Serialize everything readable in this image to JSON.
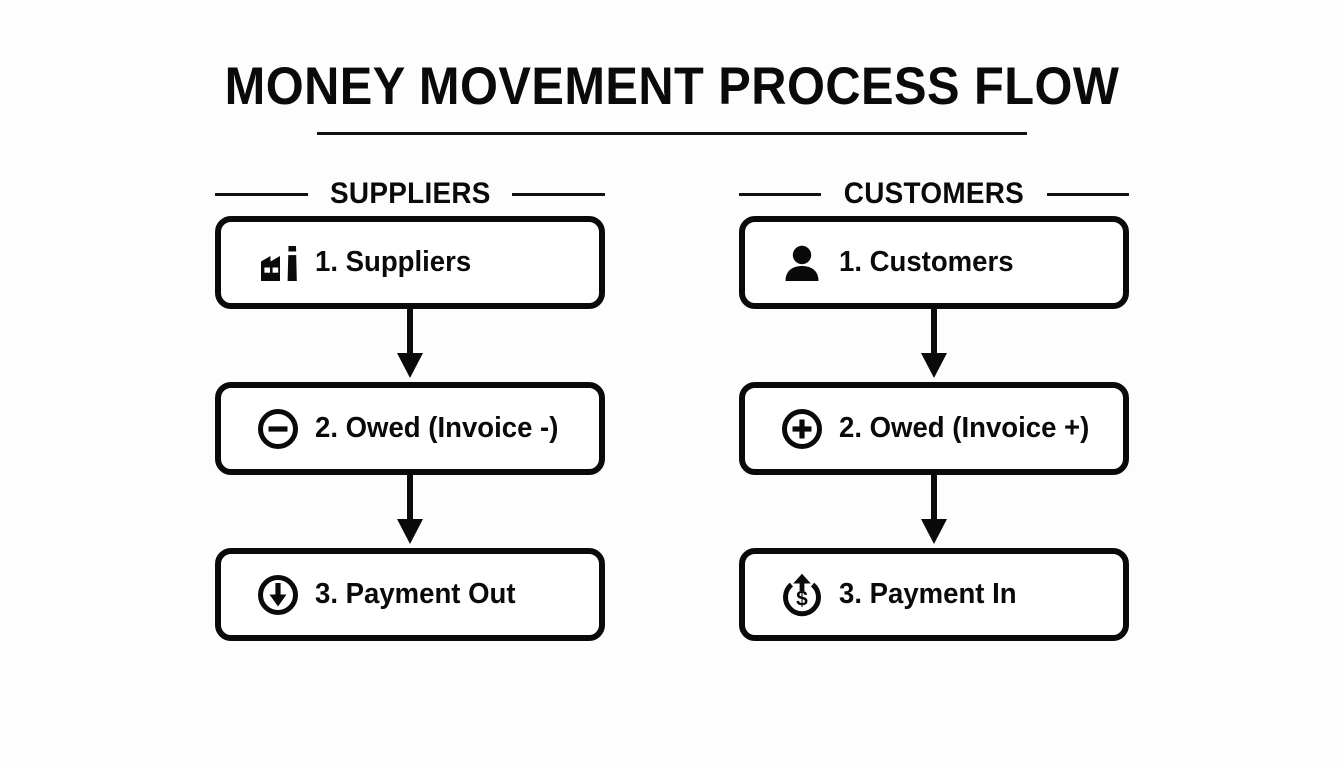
{
  "title": "MONEY MOVEMENT PROCESS FLOW",
  "colors": {
    "ink": "#0a0a0a",
    "background": "#fdfdfe",
    "box_fill": "#ffffff"
  },
  "columns": [
    {
      "heading": "SUPPLIERS",
      "nodes": [
        {
          "icon": "factory-icon",
          "label": "1. Suppliers"
        },
        {
          "icon": "circle-minus-icon",
          "label": "2. Owed (Invoice -)"
        },
        {
          "icon": "circle-arrow-down-icon",
          "label": "3. Payment Out"
        }
      ],
      "connectors": [
        "arrow-down-icon",
        "arrow-down-icon"
      ]
    },
    {
      "heading": "CUSTOMERS",
      "nodes": [
        {
          "icon": "person-icon",
          "label": "1. Customers"
        },
        {
          "icon": "circle-plus-icon",
          "label": "2. Owed (Invoice +)"
        },
        {
          "icon": "dollar-arrow-up-icon",
          "label": "3. Payment In"
        }
      ],
      "connectors": [
        "arrow-down-icon",
        "arrow-down-icon"
      ]
    }
  ]
}
